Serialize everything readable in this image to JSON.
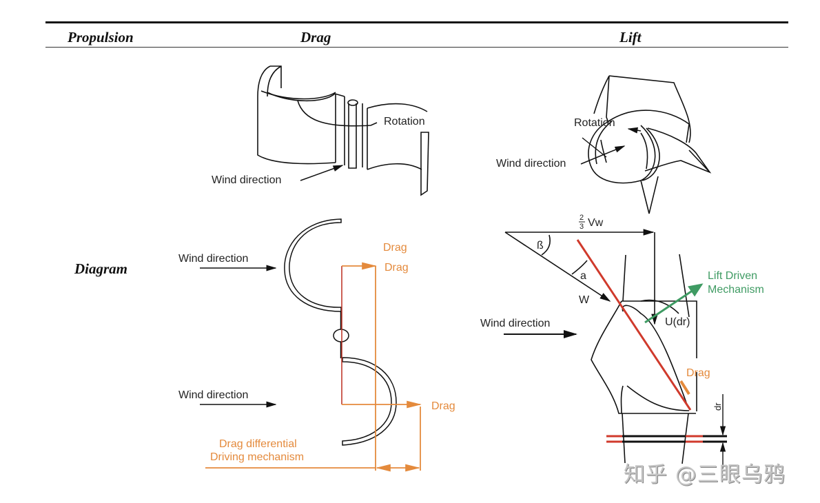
{
  "table": {
    "headers": {
      "propulsion": "Propulsion",
      "drag": "Drag",
      "lift": "Lift"
    },
    "row_label": "Diagram"
  },
  "drag_turbine": {
    "isometric": {
      "rotation": "Rotation",
      "wind_direction": "Wind direction"
    },
    "diagram": {
      "wind_direction_top": "Wind direction",
      "wind_direction_bottom": "Wind direction",
      "drag_1": "Drag",
      "drag_2": "Drag",
      "drag_3": "Drag",
      "mechanism_line1": "Drag differential",
      "mechanism_line2": "Driving mechanism"
    }
  },
  "lift_turbine": {
    "isometric": {
      "rotation": "Rotation",
      "wind_direction": "Wind direction"
    },
    "diagram": {
      "vw_numerator": "2",
      "vw_denominator": "3",
      "vw_label": "Vw",
      "beta": "ß",
      "alpha": "a",
      "w": "W",
      "wind_direction": "Wind direction",
      "u_dr": "U(dr)",
      "lift_line1": "Lift Driven",
      "lift_line2": "Mechanism",
      "drag": "Drag",
      "dr": "dr"
    }
  },
  "colors": {
    "drag_orange": "#e48a3c",
    "lift_green": "#3f9b63",
    "chord_red": "#d03a2c"
  },
  "watermark": "知乎 @三眼乌鸦"
}
